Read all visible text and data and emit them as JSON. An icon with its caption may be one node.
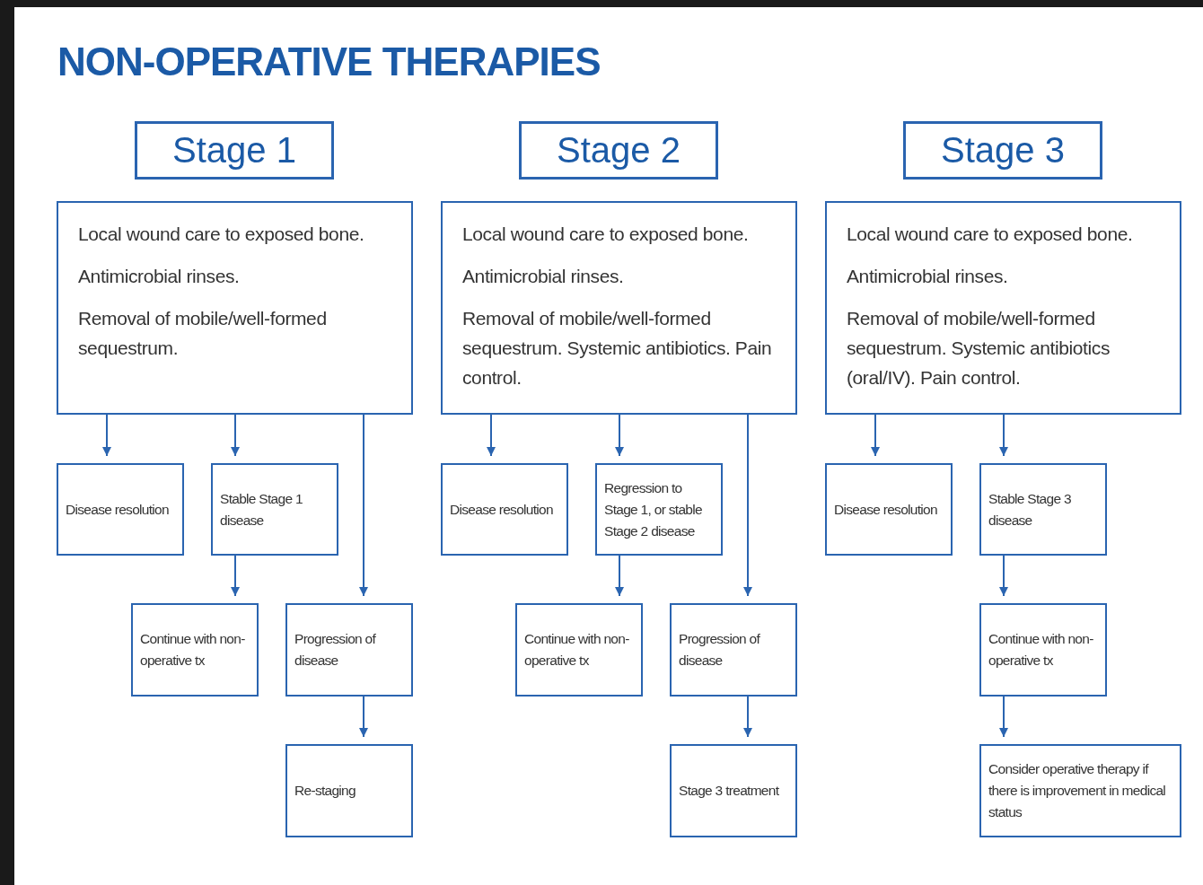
{
  "diagram": {
    "title": "NON-OPERATIVE THERAPIES",
    "nodes": [
      {
        "text": [
          "Stage 1"
        ]
      },
      {
        "text": [
          "Stage 2"
        ]
      },
      {
        "text": [
          "Stage 3"
        ]
      },
      {
        "text": [
          "Local wound care to exposed bone.",
          "Antimicrobial rinses.",
          "Removal of mobile/well-formed sequestrum."
        ]
      },
      {
        "text": [
          "Local wound care to exposed bone.",
          "Antimicrobial rinses.",
          "Removal of mobile/well-formed sequestrum. Systemic antibiotics. Pain control."
        ]
      },
      {
        "text": [
          "Local wound care to exposed bone.",
          "Antimicrobial rinses.",
          "Removal of mobile/well-formed sequestrum. Systemic antibiotics (oral/IV). Pain control."
        ]
      },
      {
        "text": [
          "Disease resolution"
        ]
      },
      {
        "text": [
          "Stable Stage 1 disease"
        ]
      },
      {
        "text": [
          "Disease resolution"
        ]
      },
      {
        "text": [
          "Regression to Stage 1, or stable Stage 2 disease"
        ]
      },
      {
        "text": [
          "Disease resolution"
        ]
      },
      {
        "text": [
          "Stable Stage 3 disease"
        ]
      },
      {
        "text": [
          "Continue with non-operative tx"
        ]
      },
      {
        "text": [
          "Progression of disease"
        ]
      },
      {
        "text": [
          "Continue with non-operative tx"
        ]
      },
      {
        "text": [
          "Progression of disease"
        ]
      },
      {
        "text": [
          "Continue with non-operative tx"
        ]
      },
      {
        "text": [
          "Re-staging"
        ]
      },
      {
        "text": [
          "Stage 3 treatment"
        ]
      },
      {
        "text": [
          "Consider operative therapy if there is improvement in medical status"
        ]
      }
    ],
    "edges": [
      {
        "from": 3,
        "to": 6,
        "arrow": "to"
      },
      {
        "from": 3,
        "to": 7,
        "arrow": "to"
      },
      {
        "from": 3,
        "to": 13,
        "arrow": "to"
      },
      {
        "from": 7,
        "to": 12,
        "arrow": "to"
      },
      {
        "from": 13,
        "to": 17,
        "arrow": "to"
      },
      {
        "from": 4,
        "to": 8,
        "arrow": "to"
      },
      {
        "from": 4,
        "to": 9,
        "arrow": "to"
      },
      {
        "from": 4,
        "to": 15,
        "arrow": "to"
      },
      {
        "from": 9,
        "to": 14,
        "arrow": "to"
      },
      {
        "from": 15,
        "to": 18,
        "arrow": "to"
      },
      {
        "from": 5,
        "to": 10,
        "arrow": "to"
      },
      {
        "from": 5,
        "to": 11,
        "arrow": "to"
      },
      {
        "from": 11,
        "to": 16,
        "arrow": "to"
      },
      {
        "from": 16,
        "to": 19,
        "arrow": "to"
      }
    ]
  }
}
